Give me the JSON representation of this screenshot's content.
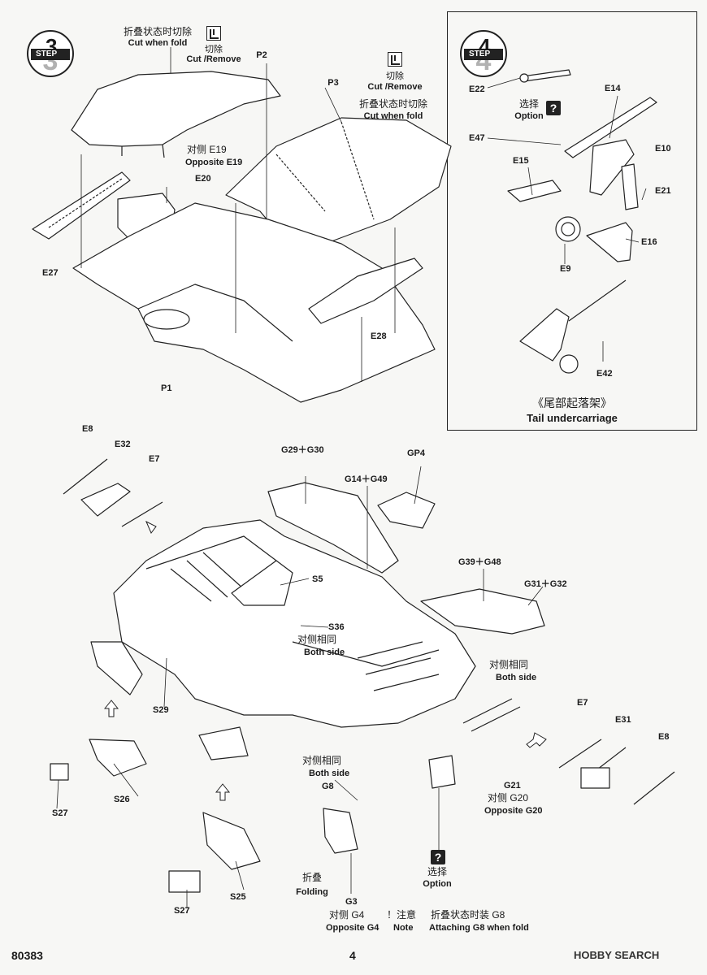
{
  "step3": {
    "number": "3",
    "step_word": "STEP",
    "fold_cut_cn": "折叠状态时切除",
    "fold_cut_en": "Cut when fold",
    "cut_cn": "切除",
    "cut_en": "Cut /Remove",
    "p2": "P2",
    "p3": "P3",
    "cut2_cn": "切除",
    "cut2_en": "Cut /Remove",
    "fold_cut2_cn": "折叠状态时切除",
    "fold_cut2_en": "Cut when fold",
    "opp_cn": "对侧 E19",
    "opp_en": "Opposite E19",
    "e20": "E20",
    "e27": "E27",
    "p1": "P1",
    "e28": "E28"
  },
  "step4": {
    "number": "4",
    "step_word": "STEP",
    "e22": "E22",
    "option_cn": "选择",
    "option_en": "Option",
    "e14": "E14",
    "e47": "E47",
    "e10": "E10",
    "e15": "E15",
    "e21": "E21",
    "e16": "E16",
    "e9": "E9",
    "e42": "E42",
    "title_cn": "《尾部起落架》",
    "title_en": "Tail undercarriage"
  },
  "step5": {
    "e8_left": "E8",
    "e32": "E32",
    "e7_left": "E7",
    "g29": "G29＋G30",
    "g14": "G14＋G49",
    "gp4": "GP4",
    "s5": "S5",
    "s36": "S36",
    "both1_cn": "对侧相同",
    "both1_en": "Both side",
    "g39": "G39＋G48",
    "g31": "G31＋G32",
    "both2_cn": "对侧相同",
    "both2_en": "Both side",
    "s29": "S29",
    "e7_right": "E7",
    "e31": "E31",
    "e8_right": "E8",
    "both3_cn": "对侧相同",
    "both3_en": "Both side",
    "g8": "G8",
    "s27_top": "S27",
    "s26": "S26",
    "g21": "G21",
    "opp_g20_cn": "对侧 G20",
    "opp_g20_en": "Opposite  G20",
    "option_cn": "选择",
    "option_en": "Option",
    "folding_cn": "折叠",
    "folding_en": "Folding",
    "s27_bottom": "S27",
    "s25": "S25",
    "g3": "G3",
    "opp_g4_cn": "对侧  G4",
    "opp_g4_en": "Opposite  G4",
    "note_cn": "！注意",
    "note_en": "Note",
    "attach_cn": "折叠状态时装 G8",
    "attach_en": "Attaching G8 when fold"
  },
  "footer": {
    "kit_number": "80383",
    "page_number": "4",
    "watermark": "HOBBY SEARCH"
  },
  "icons": {
    "question": "?"
  }
}
